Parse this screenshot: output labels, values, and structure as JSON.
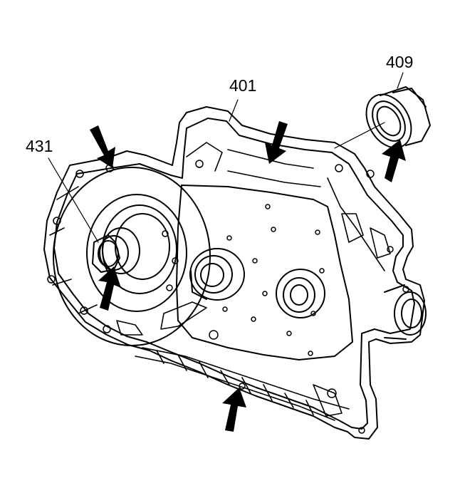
{
  "callouts": {
    "case": "401",
    "seal": "409",
    "bearing": "431"
  },
  "colors": {
    "line": "#000000",
    "fill": "#ffffff"
  }
}
